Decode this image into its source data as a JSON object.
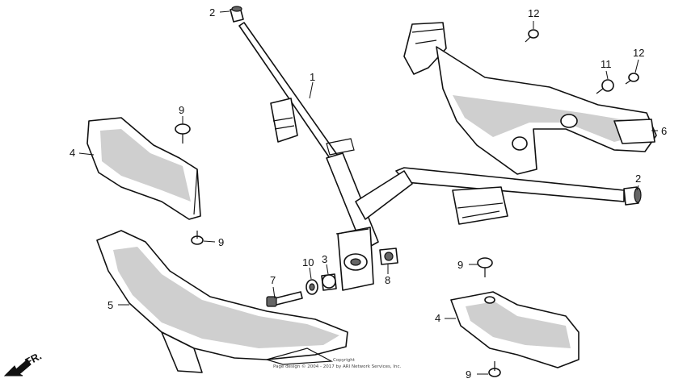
{
  "callouts": {
    "c1": "1",
    "c2a": "2",
    "c2b": "2",
    "c3": "3",
    "c4a": "4",
    "c4b": "4",
    "c5": "5",
    "c6": "6",
    "c7": "7",
    "c8": "8",
    "c9a": "9",
    "c9b": "9",
    "c9c": "9",
    "c9d": "9",
    "c10": "10",
    "c11": "11",
    "c12a": "12",
    "c12b": "12"
  },
  "direction_label": "FR.",
  "copyright": {
    "line1": "Copyright",
    "line2": "Page design © 2004 - 2017 by ARI Network Services, Inc."
  },
  "colors": {
    "ink": "#111111",
    "background": "#ffffff"
  }
}
